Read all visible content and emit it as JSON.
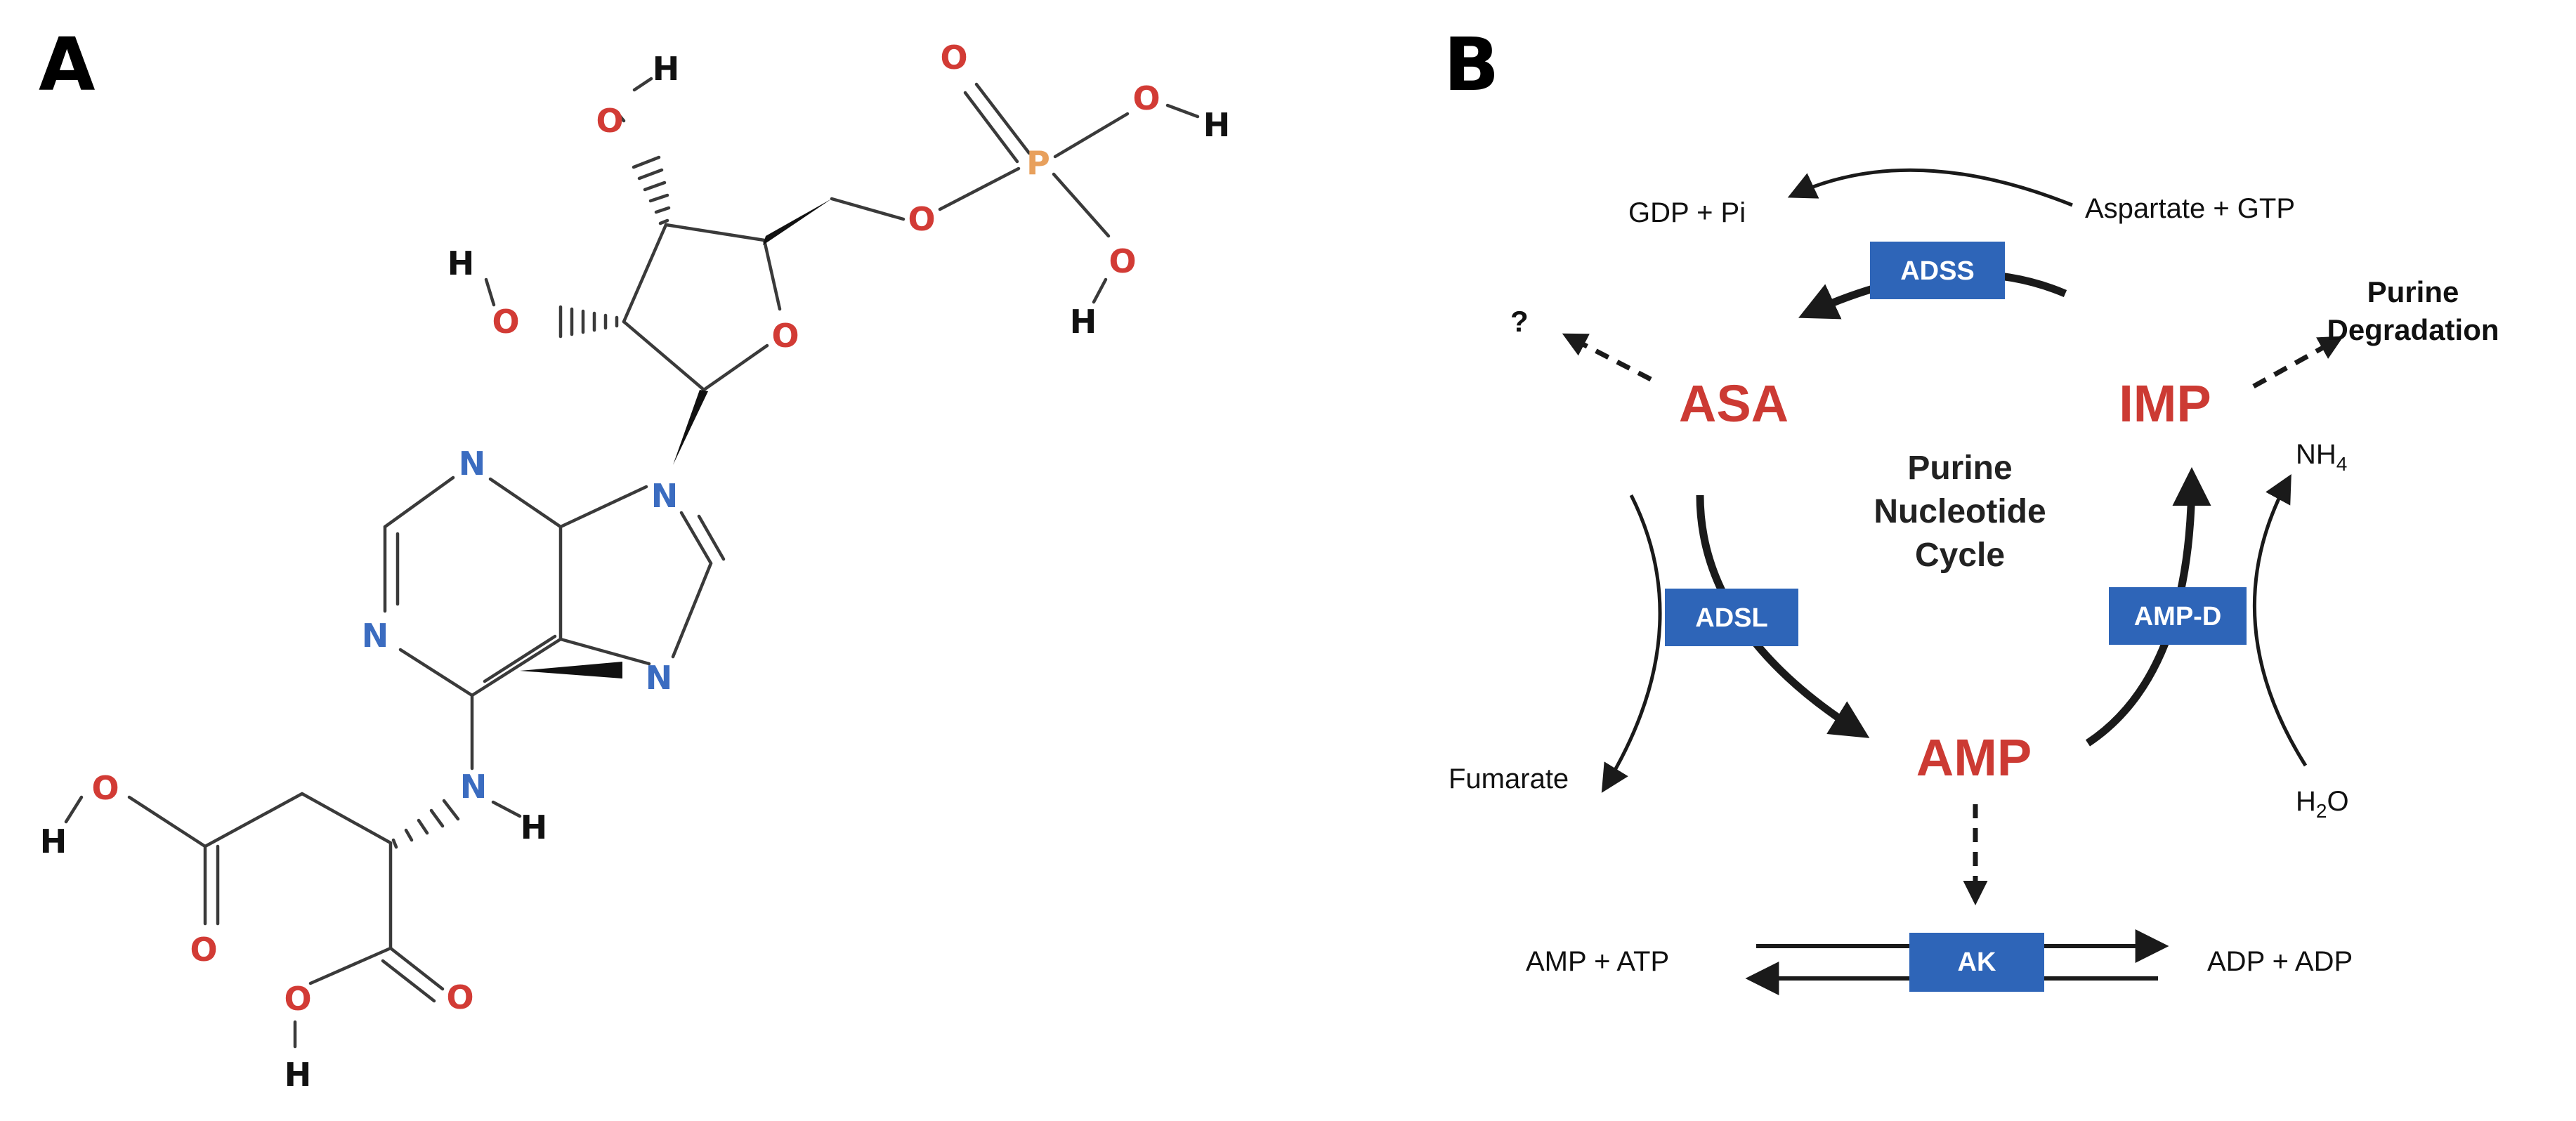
{
  "panels": {
    "a_label": "A",
    "b_label": "B"
  },
  "molecule": {
    "atoms": {
      "o": "O",
      "n": "N",
      "p": "P",
      "h": "H"
    }
  },
  "pathway": {
    "metabolites": {
      "asa": "ASA",
      "imp": "IMP",
      "amp": "AMP"
    },
    "center_title": [
      "Purine",
      "Nucleotide",
      "Cycle"
    ],
    "enzymes": {
      "adss": "ADSS",
      "adsl": "ADSL",
      "ampd": "AMP-D",
      "ak": "AK"
    },
    "side_labels": {
      "gdp_pi": "GDP + Pi",
      "aspartate_gtp": "Aspartate + GTP",
      "question": "?",
      "purine_degradation": [
        "Purine",
        "Degradation"
      ],
      "fumarate": "Fumarate",
      "nh4_base": "NH",
      "nh4_sub": "4",
      "h2o_base": "H",
      "h2o_sub": "2",
      "h2o_tail": "O",
      "amp_atp": "AMP + ATP",
      "adp_adp": "ADP + ADP"
    }
  },
  "colors": {
    "oxygen": "#d23b35",
    "nitrogen": "#3b6cc0",
    "phosphorus": "#e8a05c",
    "metabolite": "#cc3a33",
    "enzyme_box": "#2e65b8"
  }
}
